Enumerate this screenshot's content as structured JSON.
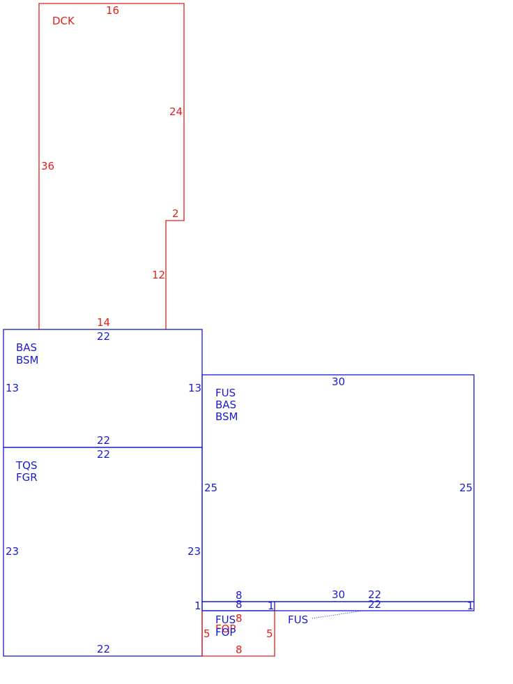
{
  "colors": {
    "deck": "#e0201c",
    "building": "#1a1ad0"
  },
  "dck": {
    "code": "DCK",
    "top": "16",
    "right_upper": "24",
    "step": "2",
    "right_lower": "12",
    "left": "36",
    "bottom": "14"
  },
  "bas": {
    "code1": "BAS",
    "code2": "BSM",
    "top": "22",
    "left": "13",
    "right": "13",
    "bottom": "22"
  },
  "tqs": {
    "code1": "TQS",
    "code2": "FGR",
    "top": "22",
    "left": "23",
    "right": "23",
    "bottom": "22"
  },
  "fus": {
    "code1": "FUS",
    "code2": "BAS",
    "code3": "BSM",
    "top": "30",
    "left": "25",
    "right": "25",
    "bottom": "30",
    "bottom_right": "22"
  },
  "strip": {
    "top_left": "8",
    "inner_left": "8",
    "side_left": "1",
    "side_mid": "1",
    "side_right": "1",
    "bottom_right": "22",
    "code": "FUS"
  },
  "fop": {
    "code1": "FUS",
    "code2": "FOP",
    "overlap_num": "8",
    "left": "5",
    "right": "5",
    "bottom": "8"
  }
}
